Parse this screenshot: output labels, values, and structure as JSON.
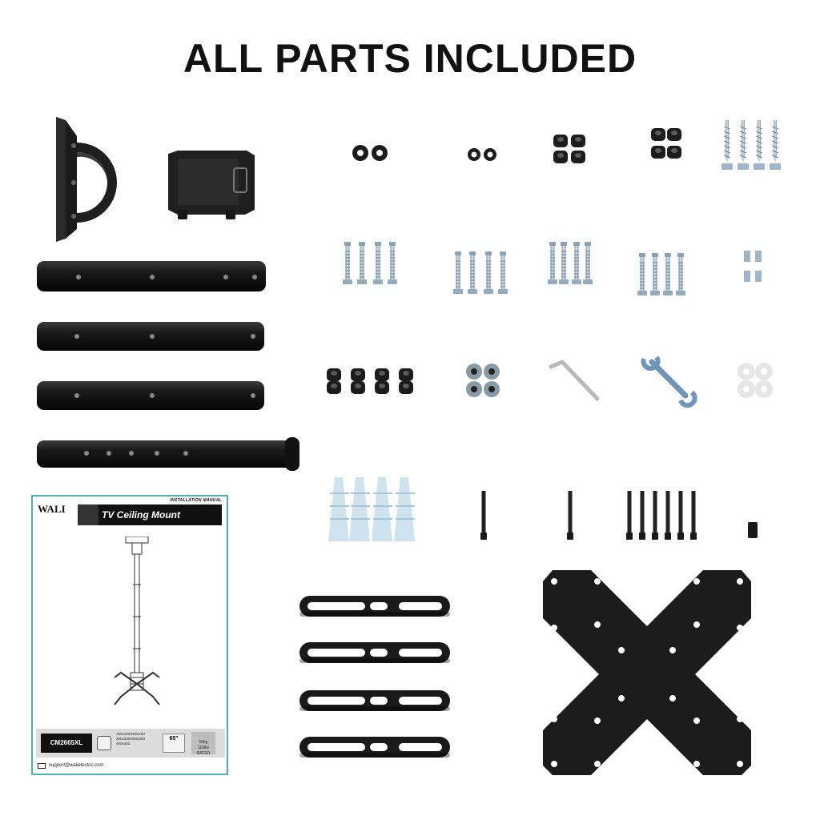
{
  "headline": "ALL PARTS INCLUDED",
  "manual": {
    "logo": "WALI",
    "header_label": "INSTALLATION MANUAL",
    "title": "TV Ceiling Mount",
    "model": "CM2665XL",
    "vesa_text": "100x100/200x100\n200x200/300x300\n400x400",
    "tv_size": "65\"",
    "weight_label": "50kg\n110lbs\nRATED",
    "support_email": "support@walielectric.com"
  },
  "colors": {
    "metal_black": "#1a1a1a",
    "zinc": "#9fb6c8",
    "anchor_blue": "#cfe3ef",
    "manual_border": "#4fb0b4"
  }
}
